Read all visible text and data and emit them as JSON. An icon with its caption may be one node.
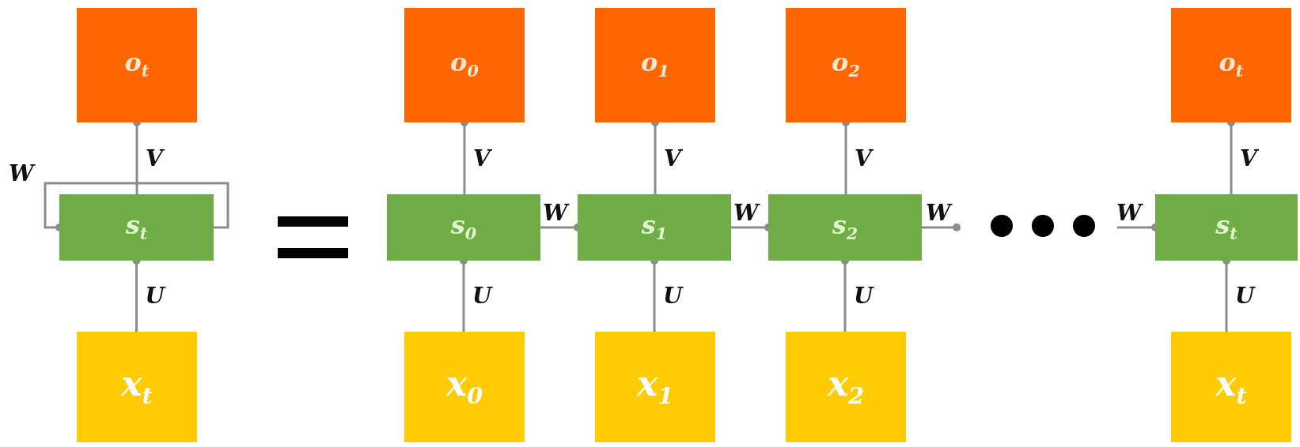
{
  "diagram": {
    "nodes": [
      {
        "text": [
          "o$_{t}$"
        ]
      },
      {
        "text": [
          "s$_{t}$"
        ]
      },
      {
        "text": [
          "x$_{t}$"
        ]
      },
      {
        "text": [
          "o$_{0}$"
        ]
      },
      {
        "text": [
          "s$_{0}$"
        ]
      },
      {
        "text": [
          "x$_{0}$"
        ]
      },
      {
        "text": [
          "o$_{1}$"
        ]
      },
      {
        "text": [
          "s$_{1}$"
        ]
      },
      {
        "text": [
          "x$_{1}$"
        ]
      },
      {
        "text": [
          "o$_{2}$"
        ]
      },
      {
        "text": [
          "s$_{2}$"
        ]
      },
      {
        "text": [
          "x$_{2}$"
        ]
      },
      {
        "text": [
          "o$_{t}$"
        ]
      },
      {
        "text": [
          "s$_{t}$"
        ]
      },
      {
        "text": [
          "x$_{t}$"
        ]
      }
    ],
    "edges": [
      {
        "from": 2,
        "to": 1,
        "arrow": "other",
        "label": "U"
      },
      {
        "from": 1,
        "to": 0,
        "arrow": "other",
        "label": "V"
      },
      {
        "from": 1,
        "to": 1,
        "arrow": "other",
        "label": "W"
      },
      {
        "from": 5,
        "to": 4,
        "arrow": "other",
        "label": "U"
      },
      {
        "from": 4,
        "to": 3,
        "arrow": "other",
        "label": "V"
      },
      {
        "from": 8,
        "to": 7,
        "arrow": "other",
        "label": "U"
      },
      {
        "from": 7,
        "to": 6,
        "arrow": "other",
        "label": "V"
      },
      {
        "from": 11,
        "to": 10,
        "arrow": "other",
        "label": "U"
      },
      {
        "from": 10,
        "to": 9,
        "arrow": "other",
        "label": "V"
      },
      {
        "from": 14,
        "to": 13,
        "arrow": "other",
        "label": "U"
      },
      {
        "from": 13,
        "to": 12,
        "arrow": "other",
        "label": "V"
      },
      {
        "from": 4,
        "to": 7,
        "arrow": "other",
        "label": "W"
      },
      {
        "from": 7,
        "to": 10,
        "arrow": "other",
        "label": "W"
      },
      {
        "from": 10,
        "to": null,
        "arrow": "other",
        "label": "W"
      },
      {
        "from": null,
        "to": 13,
        "arrow": "other",
        "label": "W"
      }
    ]
  }
}
